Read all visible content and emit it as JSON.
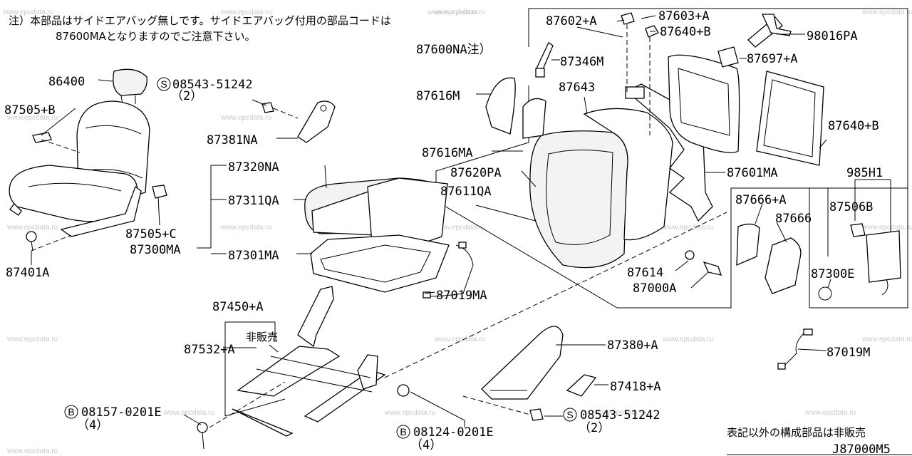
{
  "notes": {
    "top_line1": "注）本部品はサイドエアバッグ無しです。サイドエアバッグ付用の部品コードは",
    "top_line2": "87600MAとなりますのでご注意下さい。",
    "bottom_right": "表記以外の構成部品は非販売",
    "not_for_sale": "非販売"
  },
  "diagram_code": "J87000M5",
  "watermark": "www.epcdata.ru",
  "labels": {
    "l86400": "86400",
    "l87505b": "87505+B",
    "l87505c": "87505+C",
    "l87300ma": "87300MA",
    "l87401a": "87401A",
    "l87381na": "87381NA",
    "l87320na": "87320NA",
    "l87311qa": "87311QA",
    "l87301ma": "87301MA",
    "l87019ma": "87019MA",
    "l87600na": "87600NA注）",
    "l87602a": "87602+A",
    "l87603a": "87603+A",
    "l87640b_top": "87640+B",
    "l98016pa": "98016PA",
    "l87697a": "87697+A",
    "l87346m": "87346M",
    "l87616m": "87616M",
    "l87643": "87643",
    "l87640b_right": "87640+B",
    "l87616ma": "87616MA",
    "l87620pa": "87620PA",
    "l87611qa": "87611QA",
    "l87601ma": "87601MA",
    "l985h1": "985H1",
    "l87666a": "87666+A",
    "l87666": "87666",
    "l87506b": "87506B",
    "l87614": "87614",
    "l87000a": "87000A",
    "l87300e": "87300E",
    "l87019m": "87019M",
    "l87450a": "87450+A",
    "l87532a": "87532+A",
    "l87380a": "87380+A",
    "l87418a": "87418+A"
  },
  "fasteners": {
    "f1": {
      "symbol": "S",
      "code": "08543-51242",
      "qty": "（2）"
    },
    "f2": {
      "symbol": "B",
      "code": "08157-0201E",
      "qty": "（4）"
    },
    "f3": {
      "symbol": "B",
      "code": "08124-0201E",
      "qty": "（4）"
    },
    "f4": {
      "symbol": "S",
      "code": "08543-51242",
      "qty": "（2）"
    }
  }
}
